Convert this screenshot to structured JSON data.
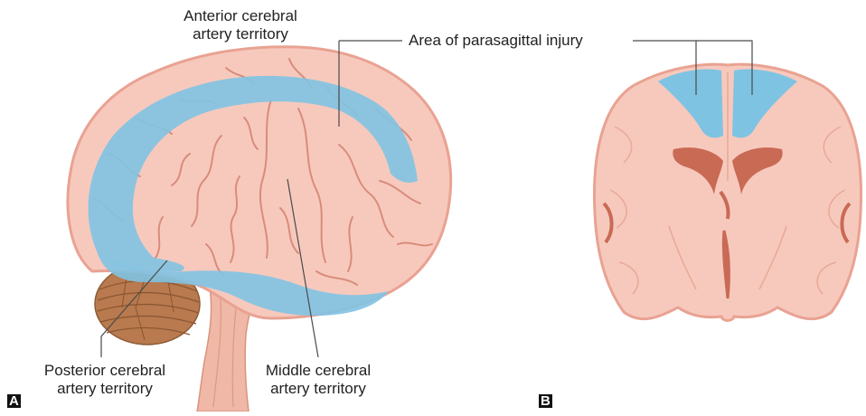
{
  "labels": {
    "anterior_line1": "Anterior cerebral",
    "anterior_line2": "artery territory",
    "parasagittal": "Area of parasagittal injury",
    "posterior_line1": "Posterior cerebral",
    "posterior_line2": "artery territory",
    "middle_line1": "Middle cerebral",
    "middle_line2": "artery territory"
  },
  "panels": {
    "a": "A",
    "b": "B"
  },
  "colors": {
    "brain_tissue": "#f7c9bd",
    "brain_outline": "#e9a292",
    "sulcus": "#d98c7c",
    "territory_blue": "#7fc3e3",
    "cerebellum": "#b87a4e",
    "brainstem": "#f0b8a6",
    "ventricle": "#c96a55",
    "leader_line": "#4a4a4a"
  }
}
